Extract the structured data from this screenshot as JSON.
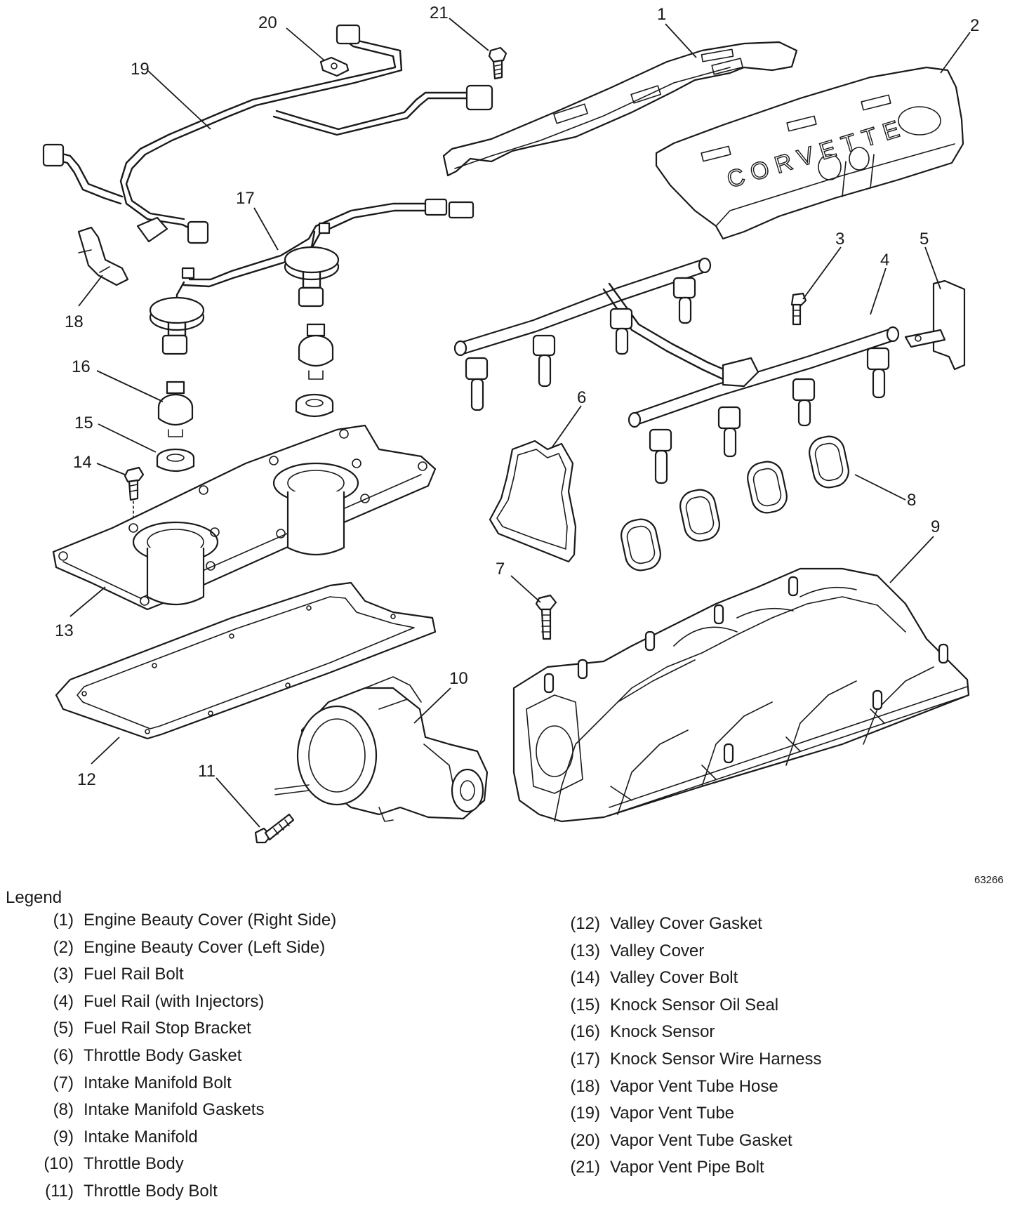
{
  "callouts": [
    {
      "id": "1",
      "label": "1"
    },
    {
      "id": "2",
      "label": "2"
    },
    {
      "id": "3",
      "label": "3"
    },
    {
      "id": "4",
      "label": "4"
    },
    {
      "id": "5",
      "label": "5"
    },
    {
      "id": "6",
      "label": "6"
    },
    {
      "id": "7",
      "label": "7"
    },
    {
      "id": "8",
      "label": "8"
    },
    {
      "id": "9",
      "label": "9"
    },
    {
      "id": "10",
      "label": "10"
    },
    {
      "id": "11",
      "label": "11"
    },
    {
      "id": "12",
      "label": "12"
    },
    {
      "id": "13",
      "label": "13"
    },
    {
      "id": "14",
      "label": "14"
    },
    {
      "id": "15",
      "label": "15"
    },
    {
      "id": "16",
      "label": "16"
    },
    {
      "id": "17",
      "label": "17"
    },
    {
      "id": "18",
      "label": "18"
    },
    {
      "id": "19",
      "label": "19"
    },
    {
      "id": "20",
      "label": "20"
    },
    {
      "id": "21",
      "label": "21"
    }
  ],
  "cover_text": "CORVETTE",
  "figure_id": "63266",
  "legend": {
    "title": "Legend",
    "left": [
      {
        "num": "(1)",
        "label": "Engine Beauty Cover (Right Side)"
      },
      {
        "num": "(2)",
        "label": "Engine Beauty Cover (Left Side)"
      },
      {
        "num": "(3)",
        "label": "Fuel Rail Bolt"
      },
      {
        "num": "(4)",
        "label": "Fuel Rail (with Injectors)"
      },
      {
        "num": "(5)",
        "label": "Fuel Rail Stop Bracket"
      },
      {
        "num": "(6)",
        "label": "Throttle Body Gasket"
      },
      {
        "num": "(7)",
        "label": "Intake Manifold Bolt"
      },
      {
        "num": "(8)",
        "label": "Intake Manifold Gaskets"
      },
      {
        "num": "(9)",
        "label": "Intake Manifold"
      },
      {
        "num": "(10)",
        "label": "Throttle Body"
      },
      {
        "num": "(11)",
        "label": "Throttle Body Bolt"
      }
    ],
    "right": [
      {
        "num": "(12)",
        "label": "Valley Cover Gasket"
      },
      {
        "num": "(13)",
        "label": "Valley Cover"
      },
      {
        "num": "(14)",
        "label": "Valley Cover Bolt"
      },
      {
        "num": "(15)",
        "label": "Knock Sensor Oil Seal"
      },
      {
        "num": "(16)",
        "label": "Knock Sensor"
      },
      {
        "num": "(17)",
        "label": "Knock Sensor Wire Harness"
      },
      {
        "num": "(18)",
        "label": "Vapor Vent Tube Hose"
      },
      {
        "num": "(19)",
        "label": "Vapor Vent Tube"
      },
      {
        "num": "(20)",
        "label": "Vapor Vent Tube Gasket"
      },
      {
        "num": "(21)",
        "label": "Vapor Vent Pipe Bolt"
      }
    ]
  }
}
